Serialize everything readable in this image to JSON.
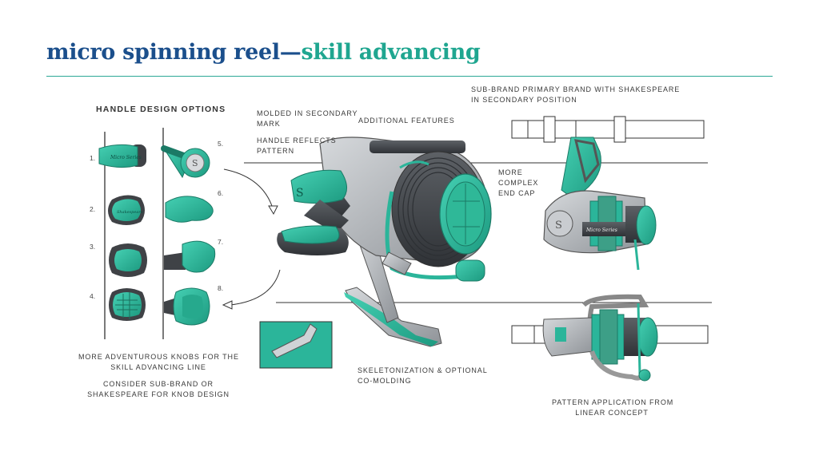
{
  "title": {
    "part1": "micro spinning reel—",
    "part2": "skill advancing"
  },
  "handle_options": {
    "header": "HANDLE DESIGN OPTIONS",
    "numbers": [
      "1.",
      "2.",
      "3.",
      "4.",
      "5.",
      "6.",
      "7.",
      "8."
    ],
    "knob_text_1": "Micro Series",
    "knob_text_2": "Shakespeare",
    "knob_text_5": "S",
    "notes": [
      "MORE ADVENTUROUS KNOBS FOR THE",
      "SKILL ADVANCING LINE",
      "CONSIDER SUB-BRAND OR",
      "SHAKESPEARE FOR KNOB DESIGN"
    ]
  },
  "callouts": {
    "molded_1": "MOLDED IN SECONDARY",
    "molded_2": "MARK",
    "handle_1": "HANDLE REFLECTS",
    "handle_2": "PATTERN",
    "additional": "ADDITIONAL FEATURES",
    "subbrand_1": "SUB-BRAND PRIMARY BRAND WITH SHAKESPEARE",
    "subbrand_2": "IN SECONDARY POSITION",
    "endcap_1": "MORE",
    "endcap_2": "COMPLEX",
    "endcap_3": "END CAP",
    "skeleton_1": "SKELETONIZATION & OPTIONAL",
    "skeleton_2": "CO-MOLDING",
    "pattern_1": "PATTERN APPLICATION FROM",
    "pattern_2": "LINEAR CONCEPT"
  },
  "reel_labels": {
    "main_knob": "S",
    "side_brand": "Micro Series",
    "side_knob": "S"
  },
  "colors": {
    "teal": "#2bb59a",
    "teal_dark": "#1e8f78",
    "gray": "#9a9ea3",
    "dark": "#4a4d52",
    "title_blue": "#1b4f8c",
    "title_teal": "#1fa690"
  }
}
